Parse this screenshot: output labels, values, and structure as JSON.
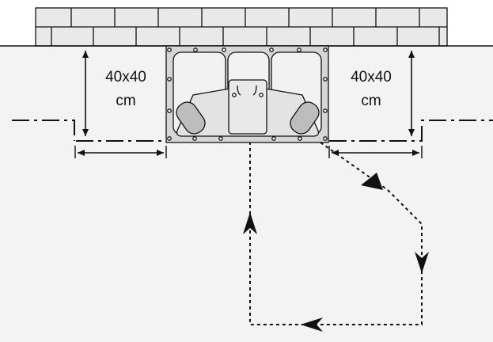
{
  "labels": {
    "left_size": "40x40",
    "left_unit": "cm",
    "right_size": "40x40",
    "right_unit": "cm"
  },
  "colors": {
    "background": "#ffffff",
    "floor": "#f3f3f3",
    "wall_fill": "#e9e9e9",
    "station_fill": "#d6d6d6",
    "station_inner": "#f2f2f2",
    "line": "#111111"
  }
}
